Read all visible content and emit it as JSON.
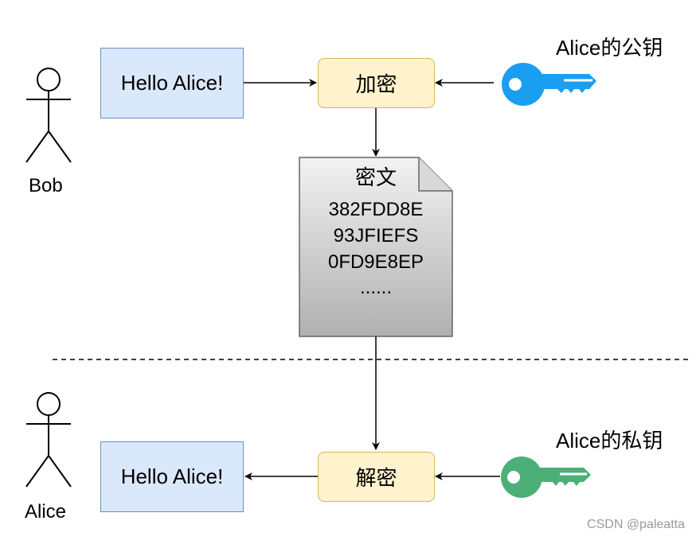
{
  "actors": {
    "sender": "Bob",
    "receiver": "Alice"
  },
  "messages": {
    "plaintext_top": "Hello Alice!",
    "plaintext_bottom": "Hello Alice!"
  },
  "processes": {
    "encrypt": "加密",
    "decrypt": "解密"
  },
  "keys": {
    "public_key_label": "Alice的公钥",
    "private_key_label": "Alice的私钥",
    "public_key_color": "#1a9ff0",
    "private_key_color": "#4caf78"
  },
  "ciphertext": {
    "title": "密文",
    "lines": [
      "382FDD8E",
      "93JFIEFS",
      "0FD9E8EP",
      "......"
    ]
  },
  "watermark": "CSDN @paleatta"
}
